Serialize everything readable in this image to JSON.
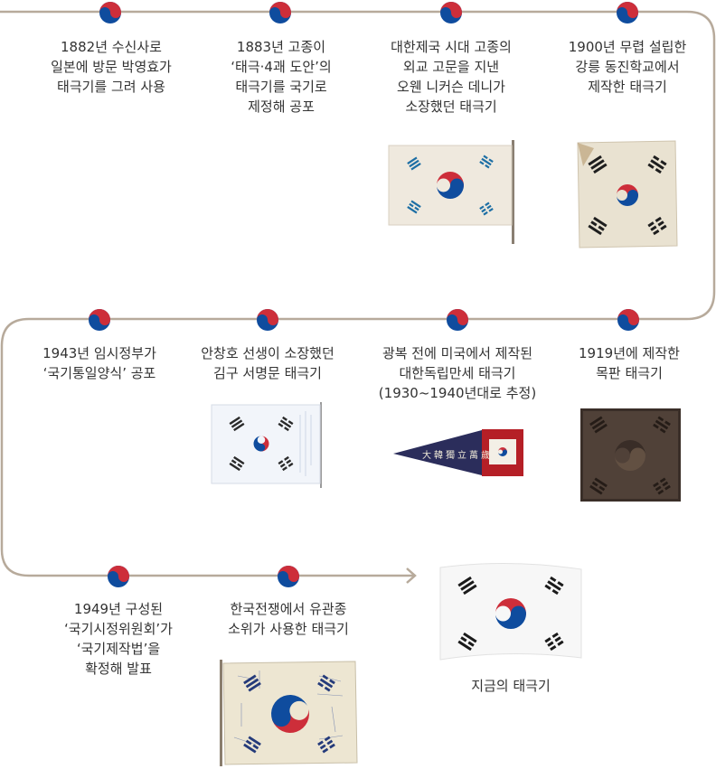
{
  "colors": {
    "path": "#b7aa9b",
    "red": "#cd2e3a",
    "blue": "#0f4c9e",
    "text": "#333333"
  },
  "events": [
    {
      "lines": [
        "1882년 수신사로",
        "일본에 방문 박영효가",
        "태극기를 그려 사용"
      ]
    },
    {
      "lines": [
        "1883년 고종이",
        "‘태극·4괘 도안’의",
        "태극기를 국기로",
        "제정해 공포"
      ]
    },
    {
      "lines": [
        "대한제국 시대 고종의",
        "외교 고문을 지낸",
        "오웬 니커슨 데니가",
        "소장했던 태극기"
      ]
    },
    {
      "lines": [
        "1900년 무렵 설립한",
        "강릉 동진학교에서",
        "제작한 태극기"
      ]
    },
    {
      "lines": [
        "1919년에 제작한",
        "목판 태극기"
      ]
    },
    {
      "lines": [
        "광복 전에 미국에서 제작된",
        "대한독립만세 태극기",
        "(1930~1940년대로 추정)"
      ]
    },
    {
      "lines": [
        "안창호 선생이 소장했던",
        "김구 서명문 태극기"
      ]
    },
    {
      "lines": [
        "1943년 임시정부가",
        "‘국기통일양식’ 공포"
      ]
    },
    {
      "lines": [
        "1949년 구성된",
        "‘국기시정위원회’가",
        "‘국기제작법’을",
        "확정해 발표"
      ]
    },
    {
      "lines": [
        "한국전쟁에서 유관종",
        "소위가 사용한 태극기"
      ]
    }
  ],
  "pennant_text": "大韓獨立萬歲",
  "current_flag_label": "지금의 태극기"
}
